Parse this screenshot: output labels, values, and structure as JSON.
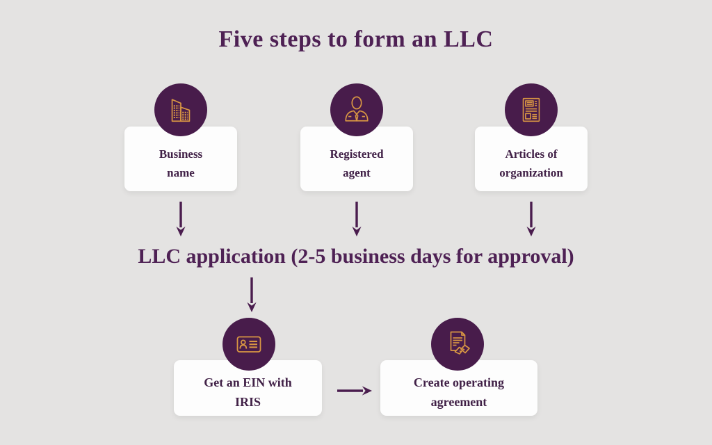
{
  "title": "Five steps to form an LLC",
  "middle_text": "LLC application (2-5 business days for approval)",
  "steps_top": [
    {
      "label": "Business\nname",
      "icon": "building-icon"
    },
    {
      "label": "Registered\nagent",
      "icon": "registered-agent-icon"
    },
    {
      "label": "Articles of\norganization",
      "icon": "articles-document-icon"
    }
  ],
  "steps_bottom": [
    {
      "label": "Get an EIN with\nIRIS",
      "icon": "ein-id-card-icon"
    },
    {
      "label": "Create operating\nagreement",
      "icon": "operating-agreement-icon"
    }
  ],
  "colors": {
    "background": "#e4e3e2",
    "circle_purple": "#481c4b",
    "heading_purple": "#4e2154",
    "label_purple": "#412147",
    "icon_orange": "#d89643",
    "card_white": "#fdfdfd",
    "arrow_purple": "#4a1d4e"
  }
}
